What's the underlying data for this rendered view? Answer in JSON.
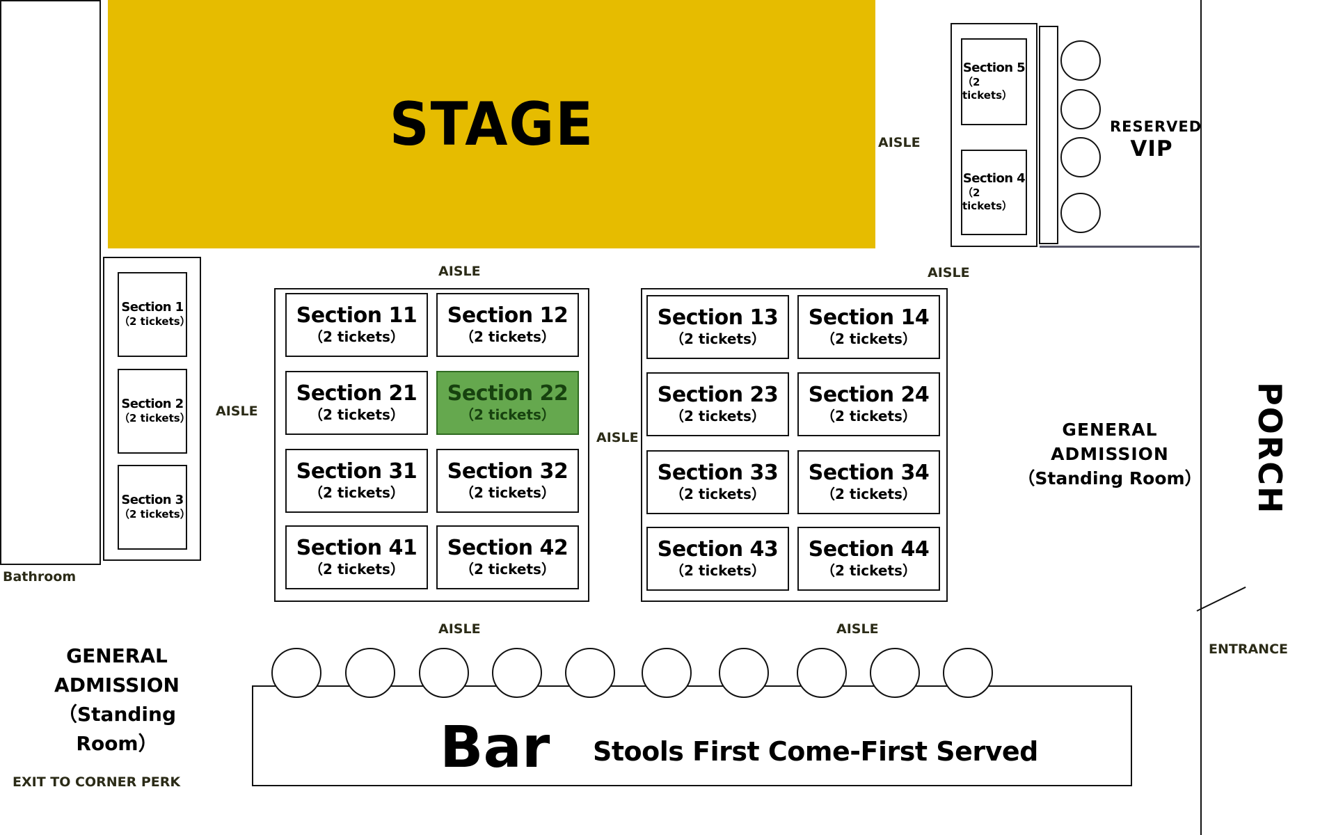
{
  "stage": "STAGE",
  "bathroom": "Bathroom",
  "porch": "PORCH",
  "entrance": "ENTRANCE",
  "exit": "EXIT TO CORNER PERK",
  "aisle": "AISLE",
  "vip": {
    "reserved": "RESERVED",
    "title": "VIP"
  },
  "ga_right": {
    "line1": "GENERAL",
    "line2": "ADMISSION",
    "line3": "（Standing Room）"
  },
  "ga_left": {
    "line1": "GENERAL",
    "line2": "ADMISSION",
    "line3": "（Standing",
    "line4": "Room）"
  },
  "bar": {
    "title": "Bar",
    "note": "Stools First Come-First Served"
  },
  "tickets_label": "（2 tickets）",
  "sections": {
    "s1": "Section 1",
    "s2": "Section 2",
    "s3": "Section 3",
    "s4": "Section 4",
    "s5": "Section 5",
    "s11": "Section 11",
    "s12": "Section 12",
    "s21": "Section 21",
    "s22": "Section 22",
    "s31": "Section 31",
    "s32": "Section 32",
    "s41": "Section 41",
    "s42": "Section 42",
    "s13": "Section 13",
    "s14": "Section 14",
    "s23": "Section 23",
    "s24": "Section 24",
    "s33": "Section 33",
    "s34": "Section 34",
    "s43": "Section 43",
    "s44": "Section 44"
  },
  "selected_section": "Section 22",
  "colors": {
    "stage": "#e6bc00",
    "selected": "#65a84e"
  }
}
